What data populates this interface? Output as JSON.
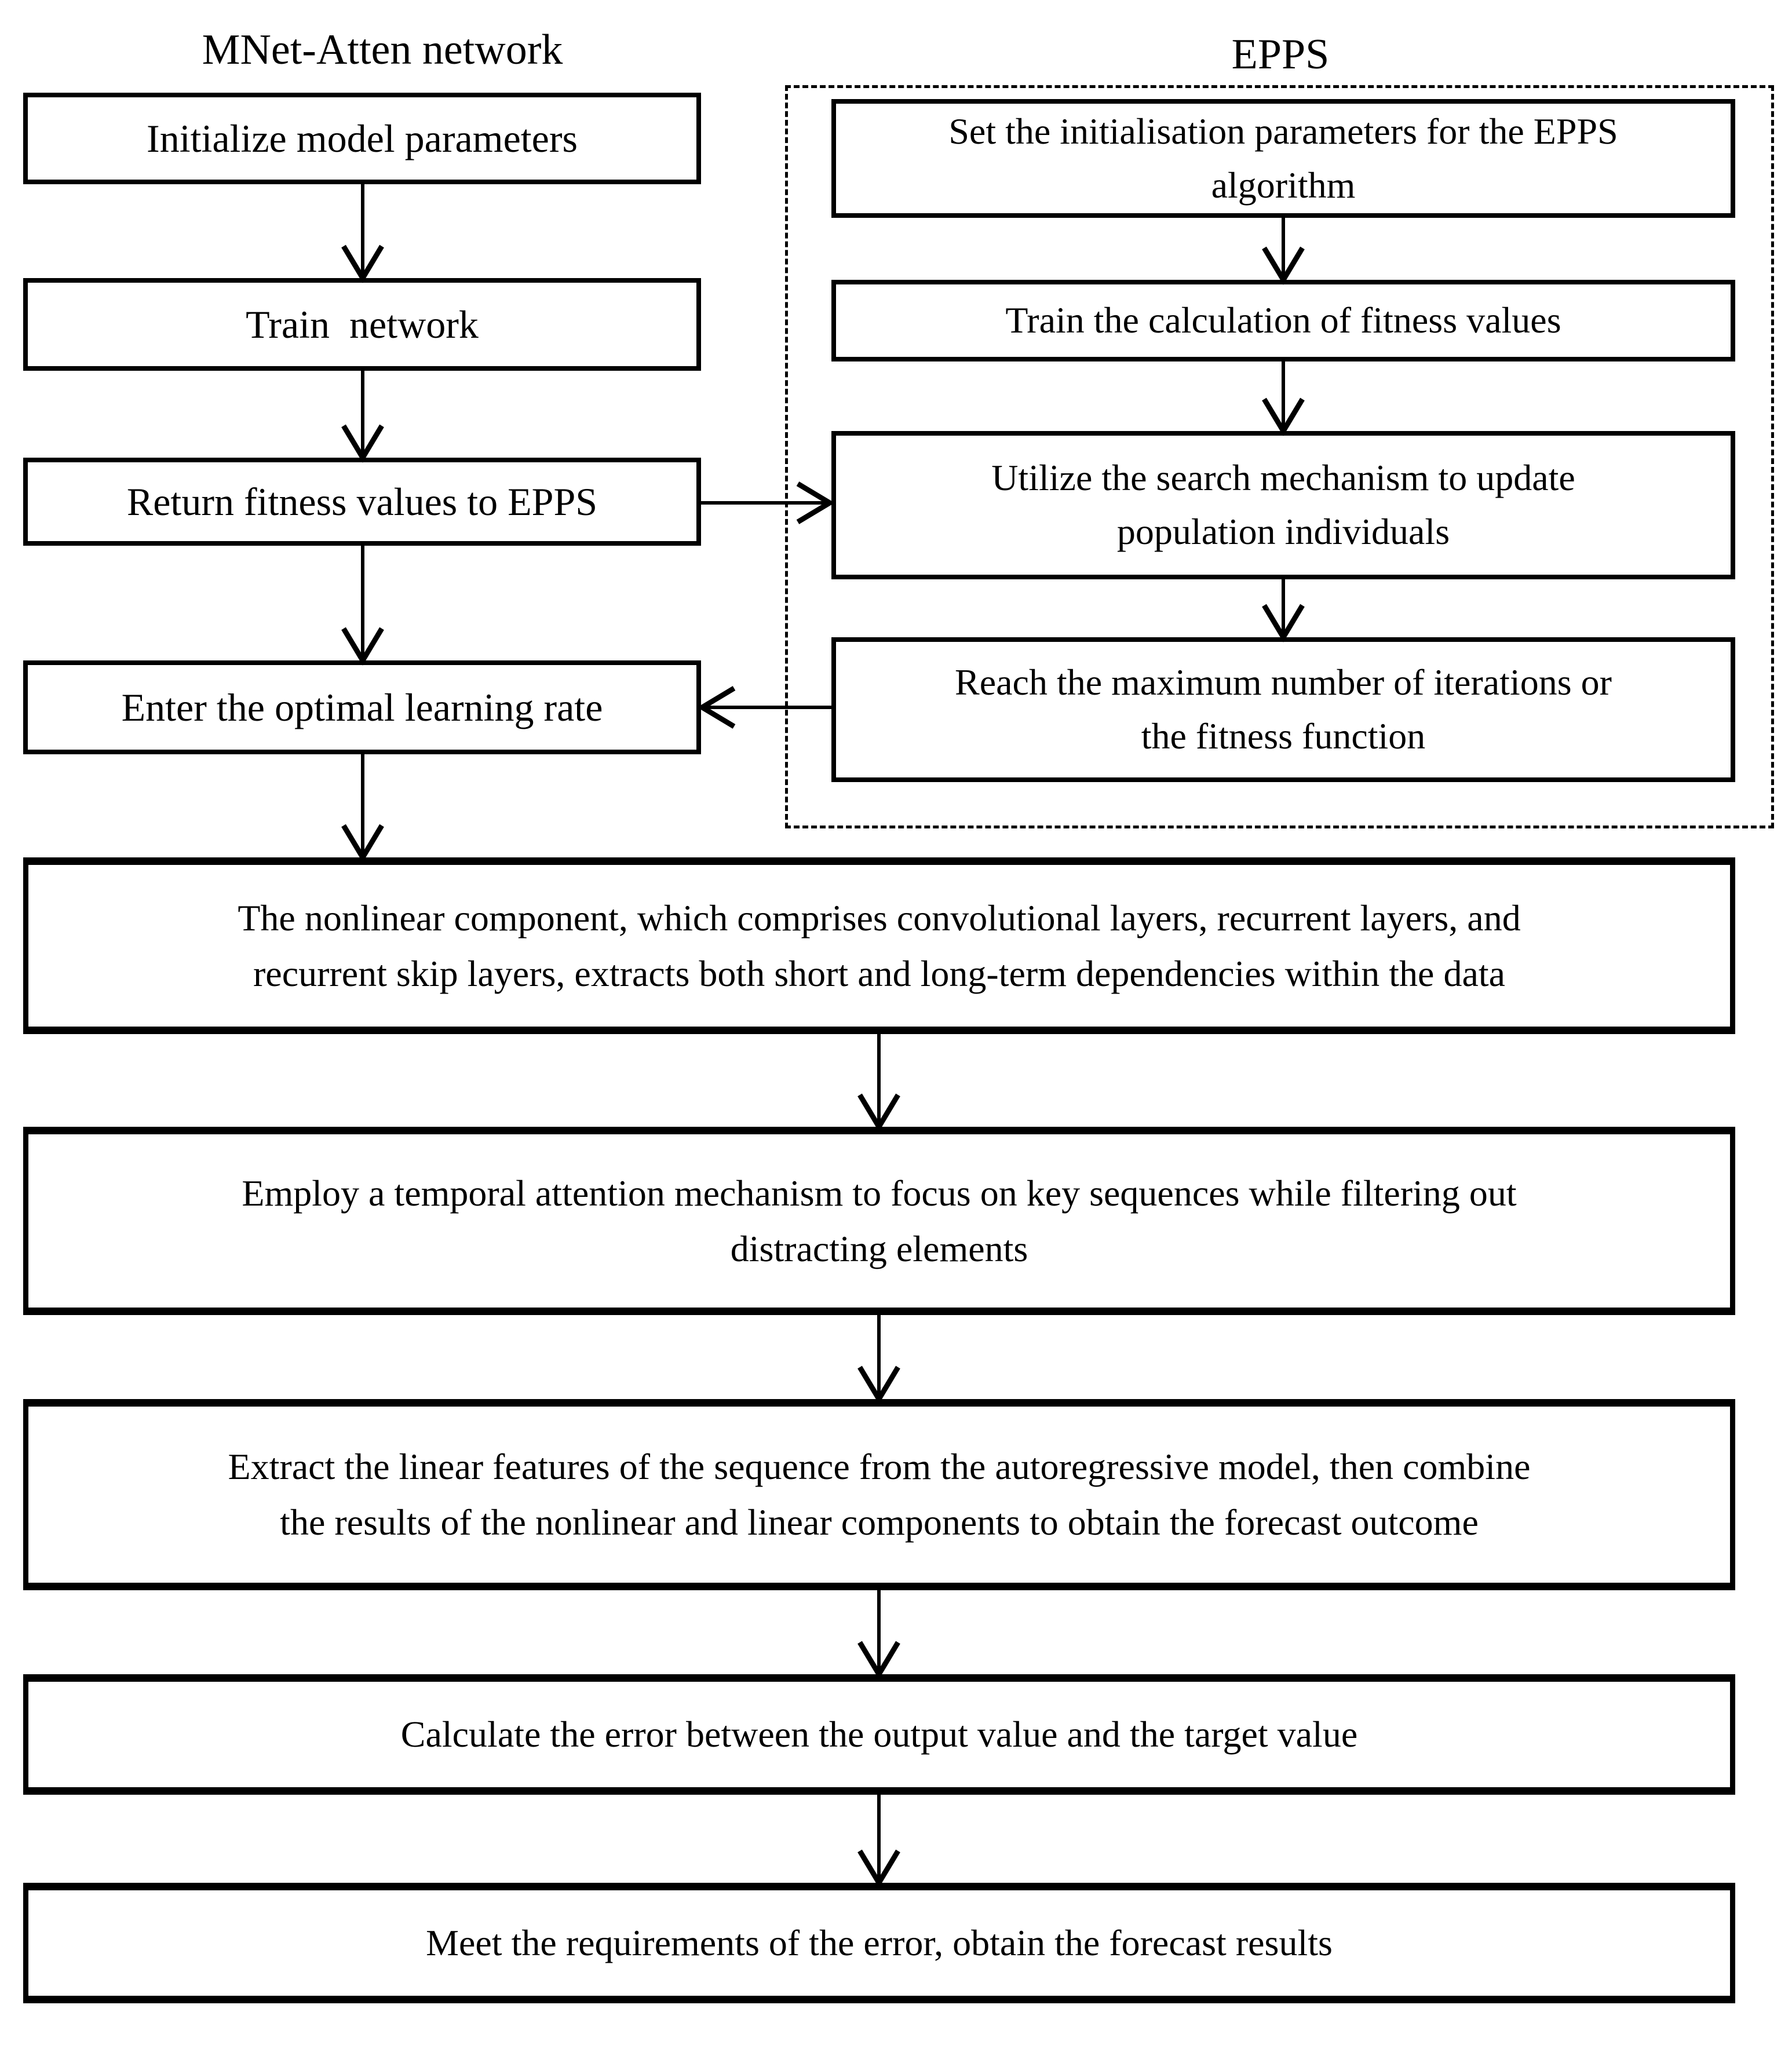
{
  "figure": {
    "colors": {
      "stroke": "#000000",
      "background": "#ffffff"
    },
    "left_column": {
      "title": "MNet-Atten network",
      "boxes": [
        {
          "label": "Initialize model parameters"
        },
        {
          "label": "Train  network"
        },
        {
          "label": "Return fitness values to EPPS"
        },
        {
          "label": "Enter the optimal learning rate"
        }
      ]
    },
    "epps": {
      "title": "EPPS",
      "boxes": [
        {
          "label": "Set the initialisation parameters for the EPPS\nalgorithm"
        },
        {
          "label": "Train the calculation of fitness values"
        },
        {
          "label": "Utilize the search mechanism to update\npopulation individuals"
        },
        {
          "label": "Reach the maximum number of iterations or\nthe fitness function"
        }
      ]
    },
    "main_flow": [
      {
        "label": "The nonlinear component, which comprises convolutional layers, recurrent layers, and\nrecurrent skip layers, extracts both short and long-term dependencies within the data"
      },
      {
        "label": "Employ a temporal attention mechanism to focus on key sequences while filtering out\ndistracting elements"
      },
      {
        "label": "Extract the linear features of the sequence from the autoregressive model, then combine\nthe results of the nonlinear and linear components to obtain the forecast outcome"
      },
      {
        "label": "Calculate the error between the output value and the target value"
      },
      {
        "label": "Meet the requirements of the error, obtain the forecast results"
      }
    ]
  }
}
